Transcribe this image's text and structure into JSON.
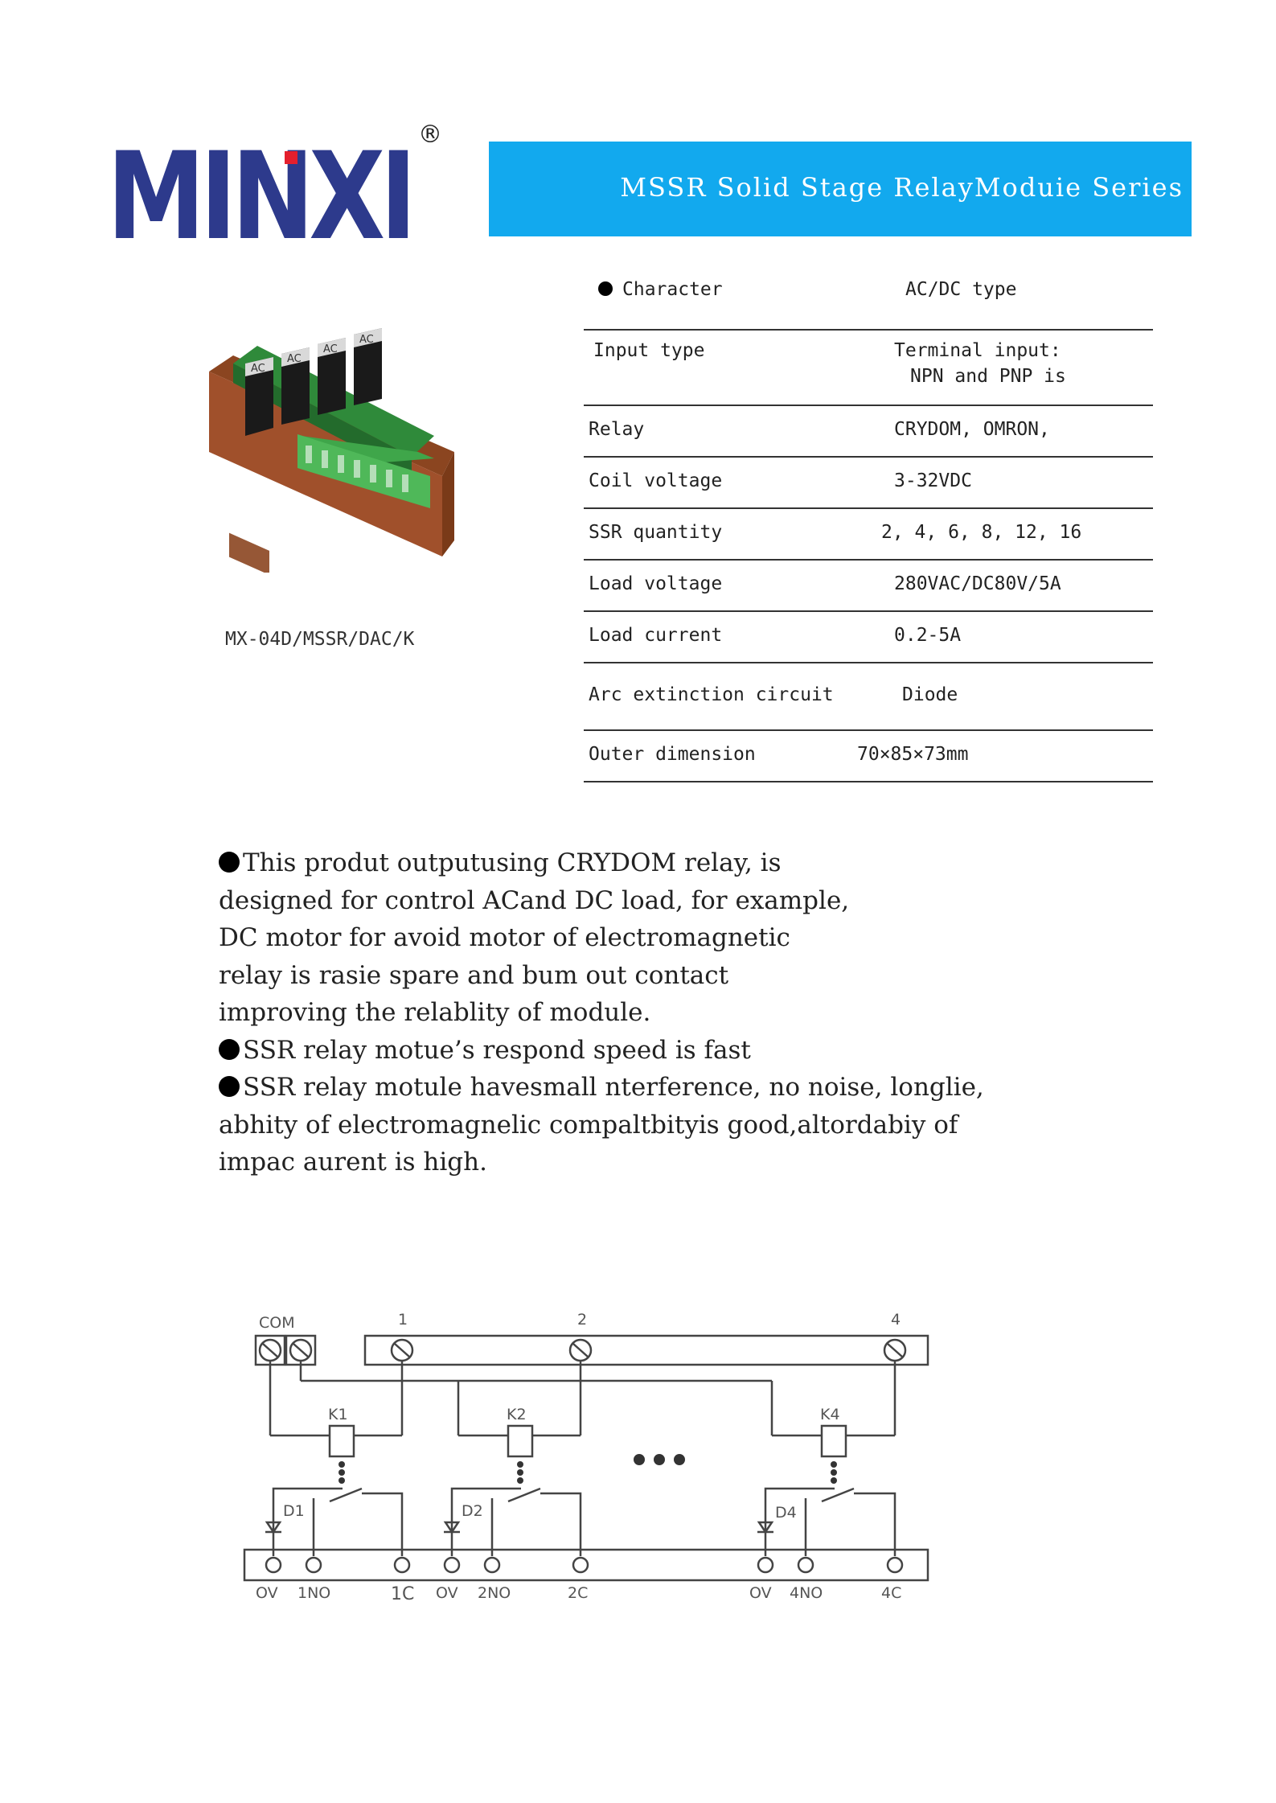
{
  "logo": {
    "text": "MINXI",
    "registered": "®"
  },
  "header": {
    "title": "MSSR Solid Stage RelayModuie Series"
  },
  "product": {
    "model": "MX-04D/MSSR/DAC/K",
    "chip_label": "AC"
  },
  "spec": {
    "header": {
      "label": "Character",
      "value": "AC/DC type"
    },
    "rows": [
      {
        "label": "Input type",
        "value": "Terminal input:",
        "value2": "NPN and PNP is"
      },
      {
        "label": "Relay",
        "value": "CRYDOM, OMRON,"
      },
      {
        "label": "Coil voltage",
        "value": "3-32VDC"
      },
      {
        "label": "SSR quantity",
        "value": "2, 4, 6, 8, 12, 16"
      },
      {
        "label": "Load voltage",
        "value": "280VAC/DC80V/5A"
      },
      {
        "label": "Load current",
        "value": "0.2-5A"
      },
      {
        "label": "Arc extinction circuit",
        "value": "Diode"
      },
      {
        "label": "Outer dimension",
        "value": "70×85×73mm"
      }
    ]
  },
  "description": {
    "lines": [
      "This produt outputusing CRYDOM relay, is",
      "designed for control ACand DC  load, for example,",
      "DC motor for avoid motor of  electromagnetic",
      "relay is rasie spare and bum out contact",
      "improving the relablity of module.",
      "SSR relay motue’s respond speed is fast",
      "SSR relay motule havesmall nterference, no noise, longlie,",
      "abhity of  electromagnelic compaltbityis good,altordabiy of",
      "impac aurent is high."
    ]
  },
  "diagram": {
    "top_labels": [
      "COM",
      "1",
      "2",
      "4"
    ],
    "relays": [
      "K1",
      "K2",
      "K4"
    ],
    "diodes": [
      "D1",
      "D2",
      "D4"
    ],
    "bottom_labels": [
      "OV",
      "1NO",
      "1C",
      "OV",
      "2NO",
      "2C",
      "OV",
      "4NO",
      "4C"
    ]
  },
  "colors": {
    "banner": "#12a9ee",
    "logo_blue": "#2d3a8c",
    "logo_red": "#e41f2d",
    "pcb_green": "#2f8a3a",
    "base_brown": "#a0502b"
  }
}
